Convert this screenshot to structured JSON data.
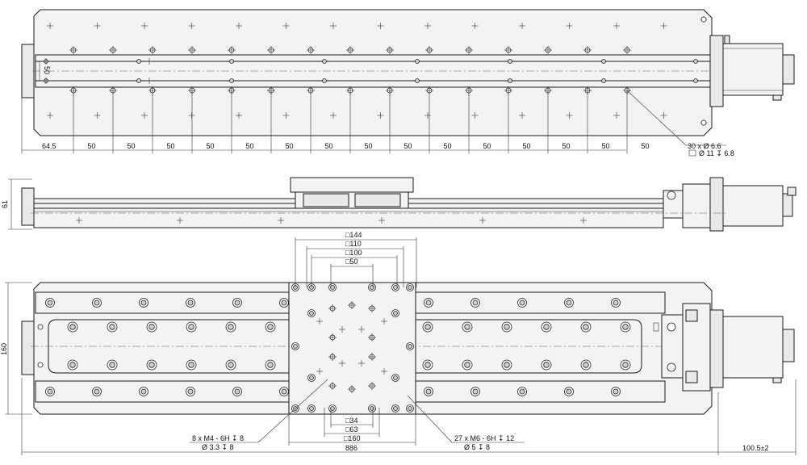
{
  "top_view": {
    "pitch_labels": [
      "64.5",
      "50",
      "50",
      "50",
      "50",
      "50",
      "50",
      "50",
      "50",
      "50",
      "50",
      "50",
      "50",
      "50",
      "50",
      "50"
    ],
    "rail_spacing": "50",
    "callout_line1": "30 x Ø 6.6",
    "callout_line2": "Ø 11 ↧ 6.8"
  },
  "side_view": {
    "height_label": "61"
  },
  "bottom_view": {
    "dim_144": "□144",
    "dim_110": "□110",
    "dim_100": "□100",
    "dim_50": "□50",
    "dim_34": "□34",
    "dim_63": "□63",
    "dim_160_sq": "□160",
    "height_label": "160",
    "length_label": "886",
    "motor_length_label": "100.5±2",
    "callout_left_line1": "8 x  M4 - 6H ↧ 8",
    "callout_left_line2": "Ø 3.3 ↧ 8",
    "callout_right_line1": "27 x  M6 - 6H ↧ 12",
    "callout_right_line2": "Ø 5 ↧ 8"
  }
}
